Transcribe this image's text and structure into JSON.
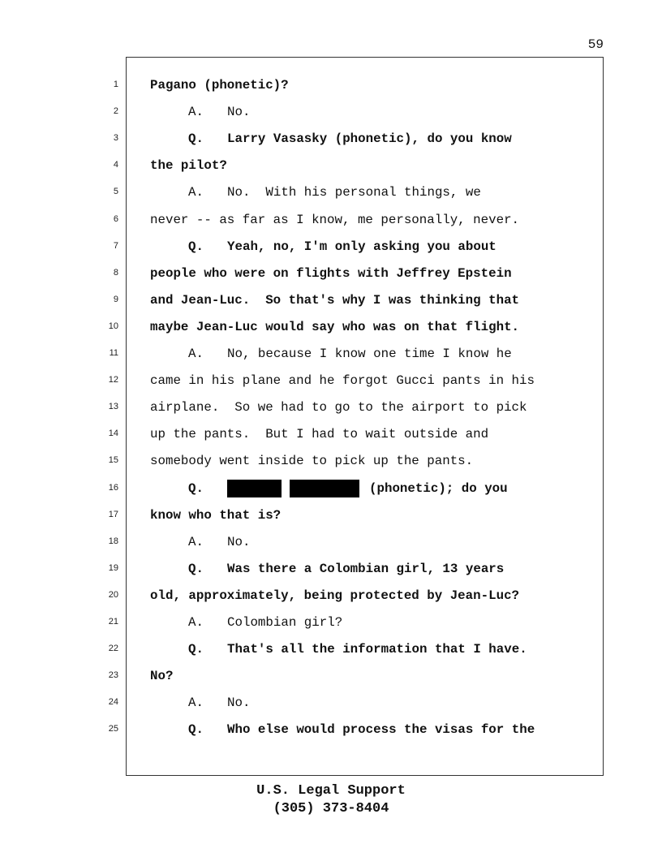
{
  "page_number": "59",
  "lines": [
    {
      "n": "1",
      "label": "",
      "text": "Pagano (phonetic)?",
      "bold": true
    },
    {
      "n": "2",
      "label": "A.",
      "text": "No.",
      "bold": false
    },
    {
      "n": "3",
      "label": "Q.",
      "text": "Larry Vasasky (phonetic), do you know",
      "bold": true
    },
    {
      "n": "4",
      "label": "",
      "text": "the pilot?",
      "bold": true
    },
    {
      "n": "5",
      "label": "A.",
      "text": "No.  With his personal things, we",
      "bold": false
    },
    {
      "n": "6",
      "label": "",
      "text": "never -- as far as I know, me personally, never.",
      "bold": false
    },
    {
      "n": "7",
      "label": "Q.",
      "text": "Yeah, no, I'm only asking you about",
      "bold": true
    },
    {
      "n": "8",
      "label": "",
      "text": "people who were on flights with Jeffrey Epstein",
      "bold": true
    },
    {
      "n": "9",
      "label": "",
      "text": "and Jean-Luc.  So that's why I was thinking that",
      "bold": true
    },
    {
      "n": "10",
      "label": "",
      "text": "maybe Jean-Luc would say who was on that flight.",
      "bold": true
    },
    {
      "n": "11",
      "label": "A.",
      "text": "No, because I know one time I know he",
      "bold": false
    },
    {
      "n": "12",
      "label": "",
      "text": "came in his plane and he forgot Gucci pants in his",
      "bold": false
    },
    {
      "n": "13",
      "label": "",
      "text": "airplane.  So we had to go to the airport to pick",
      "bold": false
    },
    {
      "n": "14",
      "label": "",
      "text": "up the pants.  But I had to wait outside and",
      "bold": false
    },
    {
      "n": "15",
      "label": "",
      "text": "somebody went inside to pick up the pants.",
      "bold": false
    },
    {
      "n": "16",
      "label": "Q.",
      "text": "(phonetic); do you",
      "bold": true,
      "redacted": true
    },
    {
      "n": "17",
      "label": "",
      "text": "know who that is?",
      "bold": true
    },
    {
      "n": "18",
      "label": "A.",
      "text": "No.",
      "bold": false
    },
    {
      "n": "19",
      "label": "Q.",
      "text": "Was there a Colombian girl, 13 years",
      "bold": true
    },
    {
      "n": "20",
      "label": "",
      "text": "old, approximately, being protected by Jean-Luc?",
      "bold": true
    },
    {
      "n": "21",
      "label": "A.",
      "text": "Colombian girl?",
      "bold": false
    },
    {
      "n": "22",
      "label": "Q.",
      "text": "That's all the information that I have.",
      "bold": true
    },
    {
      "n": "23",
      "label": "",
      "text": "No?",
      "bold": true
    },
    {
      "n": "24",
      "label": "A.",
      "text": "No.",
      "bold": false
    },
    {
      "n": "25",
      "label": "Q.",
      "text": "Who else would process the visas for the",
      "bold": true
    }
  ],
  "footer": {
    "company": "U.S. Legal Support",
    "phone": "(305) 373-8404"
  }
}
